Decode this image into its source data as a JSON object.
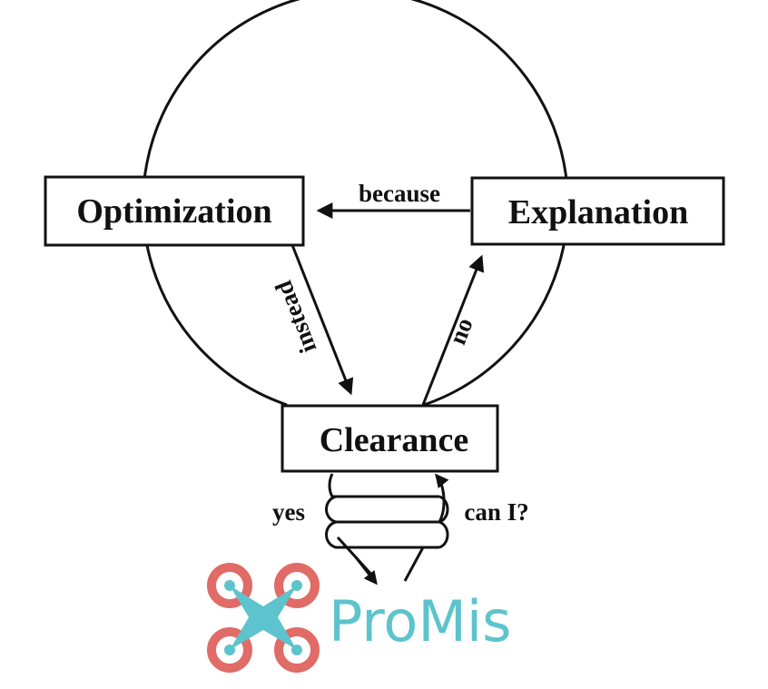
{
  "nodes": {
    "optimization": "Optimization",
    "explanation": "Explanation",
    "clearance": "Clearance"
  },
  "edges": {
    "because": "because",
    "instead": "instead",
    "no": "no",
    "yes": "yes",
    "can_i": "can I?"
  },
  "logo": {
    "text": "ProMis",
    "ring_color": "#e06b67",
    "body_color": "#5dc3cc"
  }
}
